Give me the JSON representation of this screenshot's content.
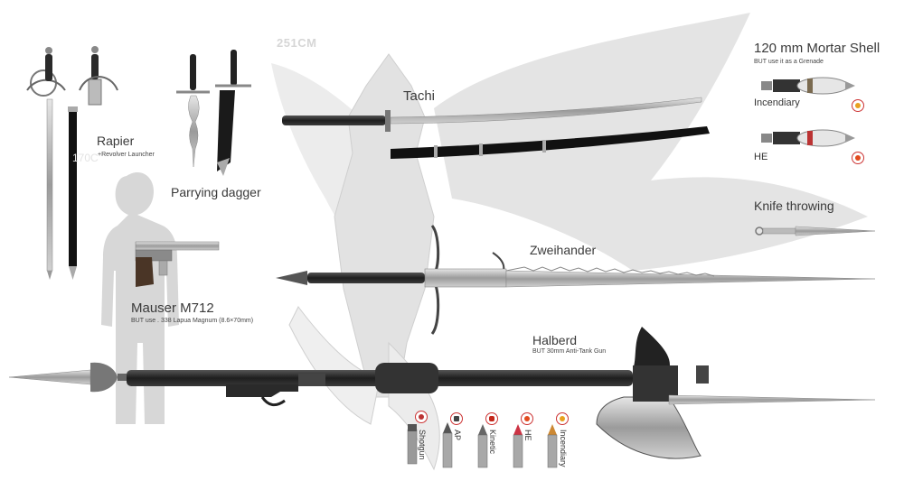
{
  "labels": {
    "ghost_size": "251CM",
    "ghost_size_small": "170C",
    "rapier": "Rapier",
    "rapier_sub": "+Revolver Launcher",
    "parrying_dagger": "Parrying dagger",
    "tachi": "Tachi",
    "mortar_title": "120 mm Mortar Shell",
    "mortar_sub": "BUT use it as a Grenade",
    "incendiary": "Incendiary",
    "he": "HE",
    "knife_throwing": "Knife throwing",
    "zweihander": "Zweihander",
    "mauser": "Mauser M712",
    "mauser_sub": "BUT use . 338 Lapua Magnum (8.6×70mm)",
    "halberd": "Halberd",
    "halberd_sub": "BUT 30mm Anti-Tank Gun"
  },
  "ammo": [
    {
      "label": "Shotgun",
      "icon": "shotgun-badge-icon"
    },
    {
      "label": "AP",
      "icon": "ap-badge-icon"
    },
    {
      "label": "Kinetic",
      "icon": "kinetic-badge-icon"
    },
    {
      "label": "HE",
      "icon": "he-badge-icon"
    },
    {
      "label": "Incendiary",
      "icon": "incendiary-badge-icon"
    }
  ],
  "colors": {
    "steel": "#9a9a9a",
    "dark_metal": "#2b2b2b",
    "silhouette": "#dcdcdc",
    "accent_red": "#d23a1e"
  }
}
